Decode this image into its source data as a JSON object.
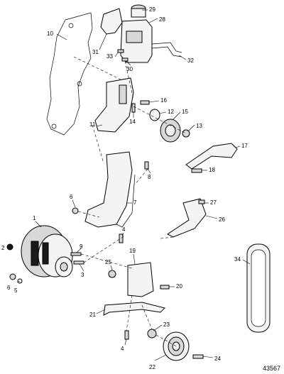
{
  "figure": {
    "number": "43567"
  },
  "callouts": {
    "c1": "1",
    "c2": "2",
    "c3": "3",
    "c4a": "4",
    "c4b": "4",
    "c5": "5",
    "c6a": "6",
    "c6b": "6",
    "c7": "7",
    "c8": "8",
    "c9": "9",
    "c10": "10",
    "c11": "11",
    "c12": "12",
    "c13": "13",
    "c14": "14",
    "c15": "15",
    "c16": "16",
    "c17": "17",
    "c18": "18",
    "c19": "19",
    "c20": "20",
    "c21": "21",
    "c22": "22",
    "c23": "23",
    "c24": "24",
    "c25": "25",
    "c26": "26",
    "c27": "27",
    "c28": "28",
    "c29": "29",
    "c30": "30",
    "c31": "31",
    "c32": "32",
    "c33": "33",
    "c34": "34"
  }
}
